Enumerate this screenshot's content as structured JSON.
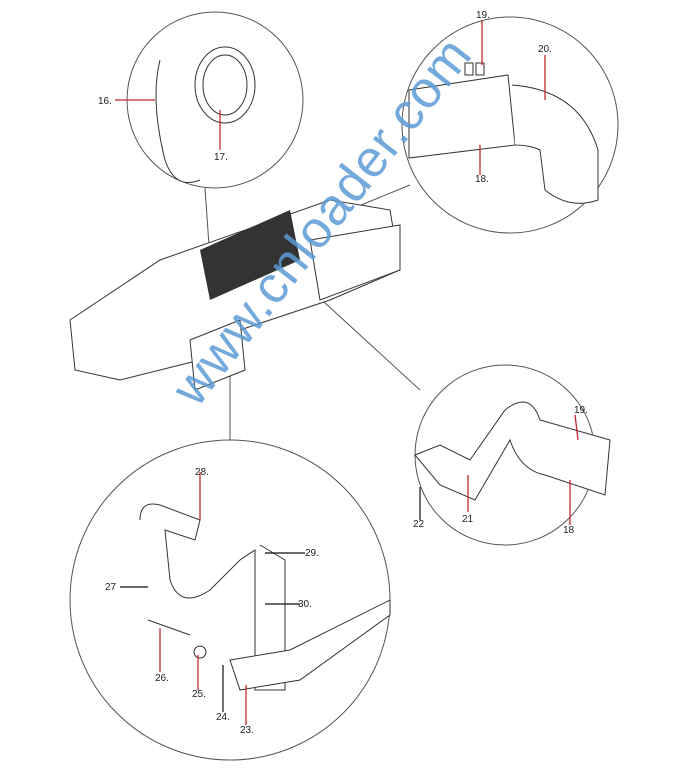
{
  "watermark": "www.cnloader.com",
  "callouts": {
    "c16": "16.",
    "c17": "17.",
    "c18a": "18.",
    "c19a": "19.",
    "c20": "20.",
    "c21": "21",
    "c22": "22",
    "c18b": "18",
    "c19b": "19.",
    "c23": "23.",
    "c24": "24.",
    "c25": "25.",
    "c26": "26.",
    "c27": "27",
    "c28": "28.",
    "c29": "29.",
    "c30": "30."
  }
}
